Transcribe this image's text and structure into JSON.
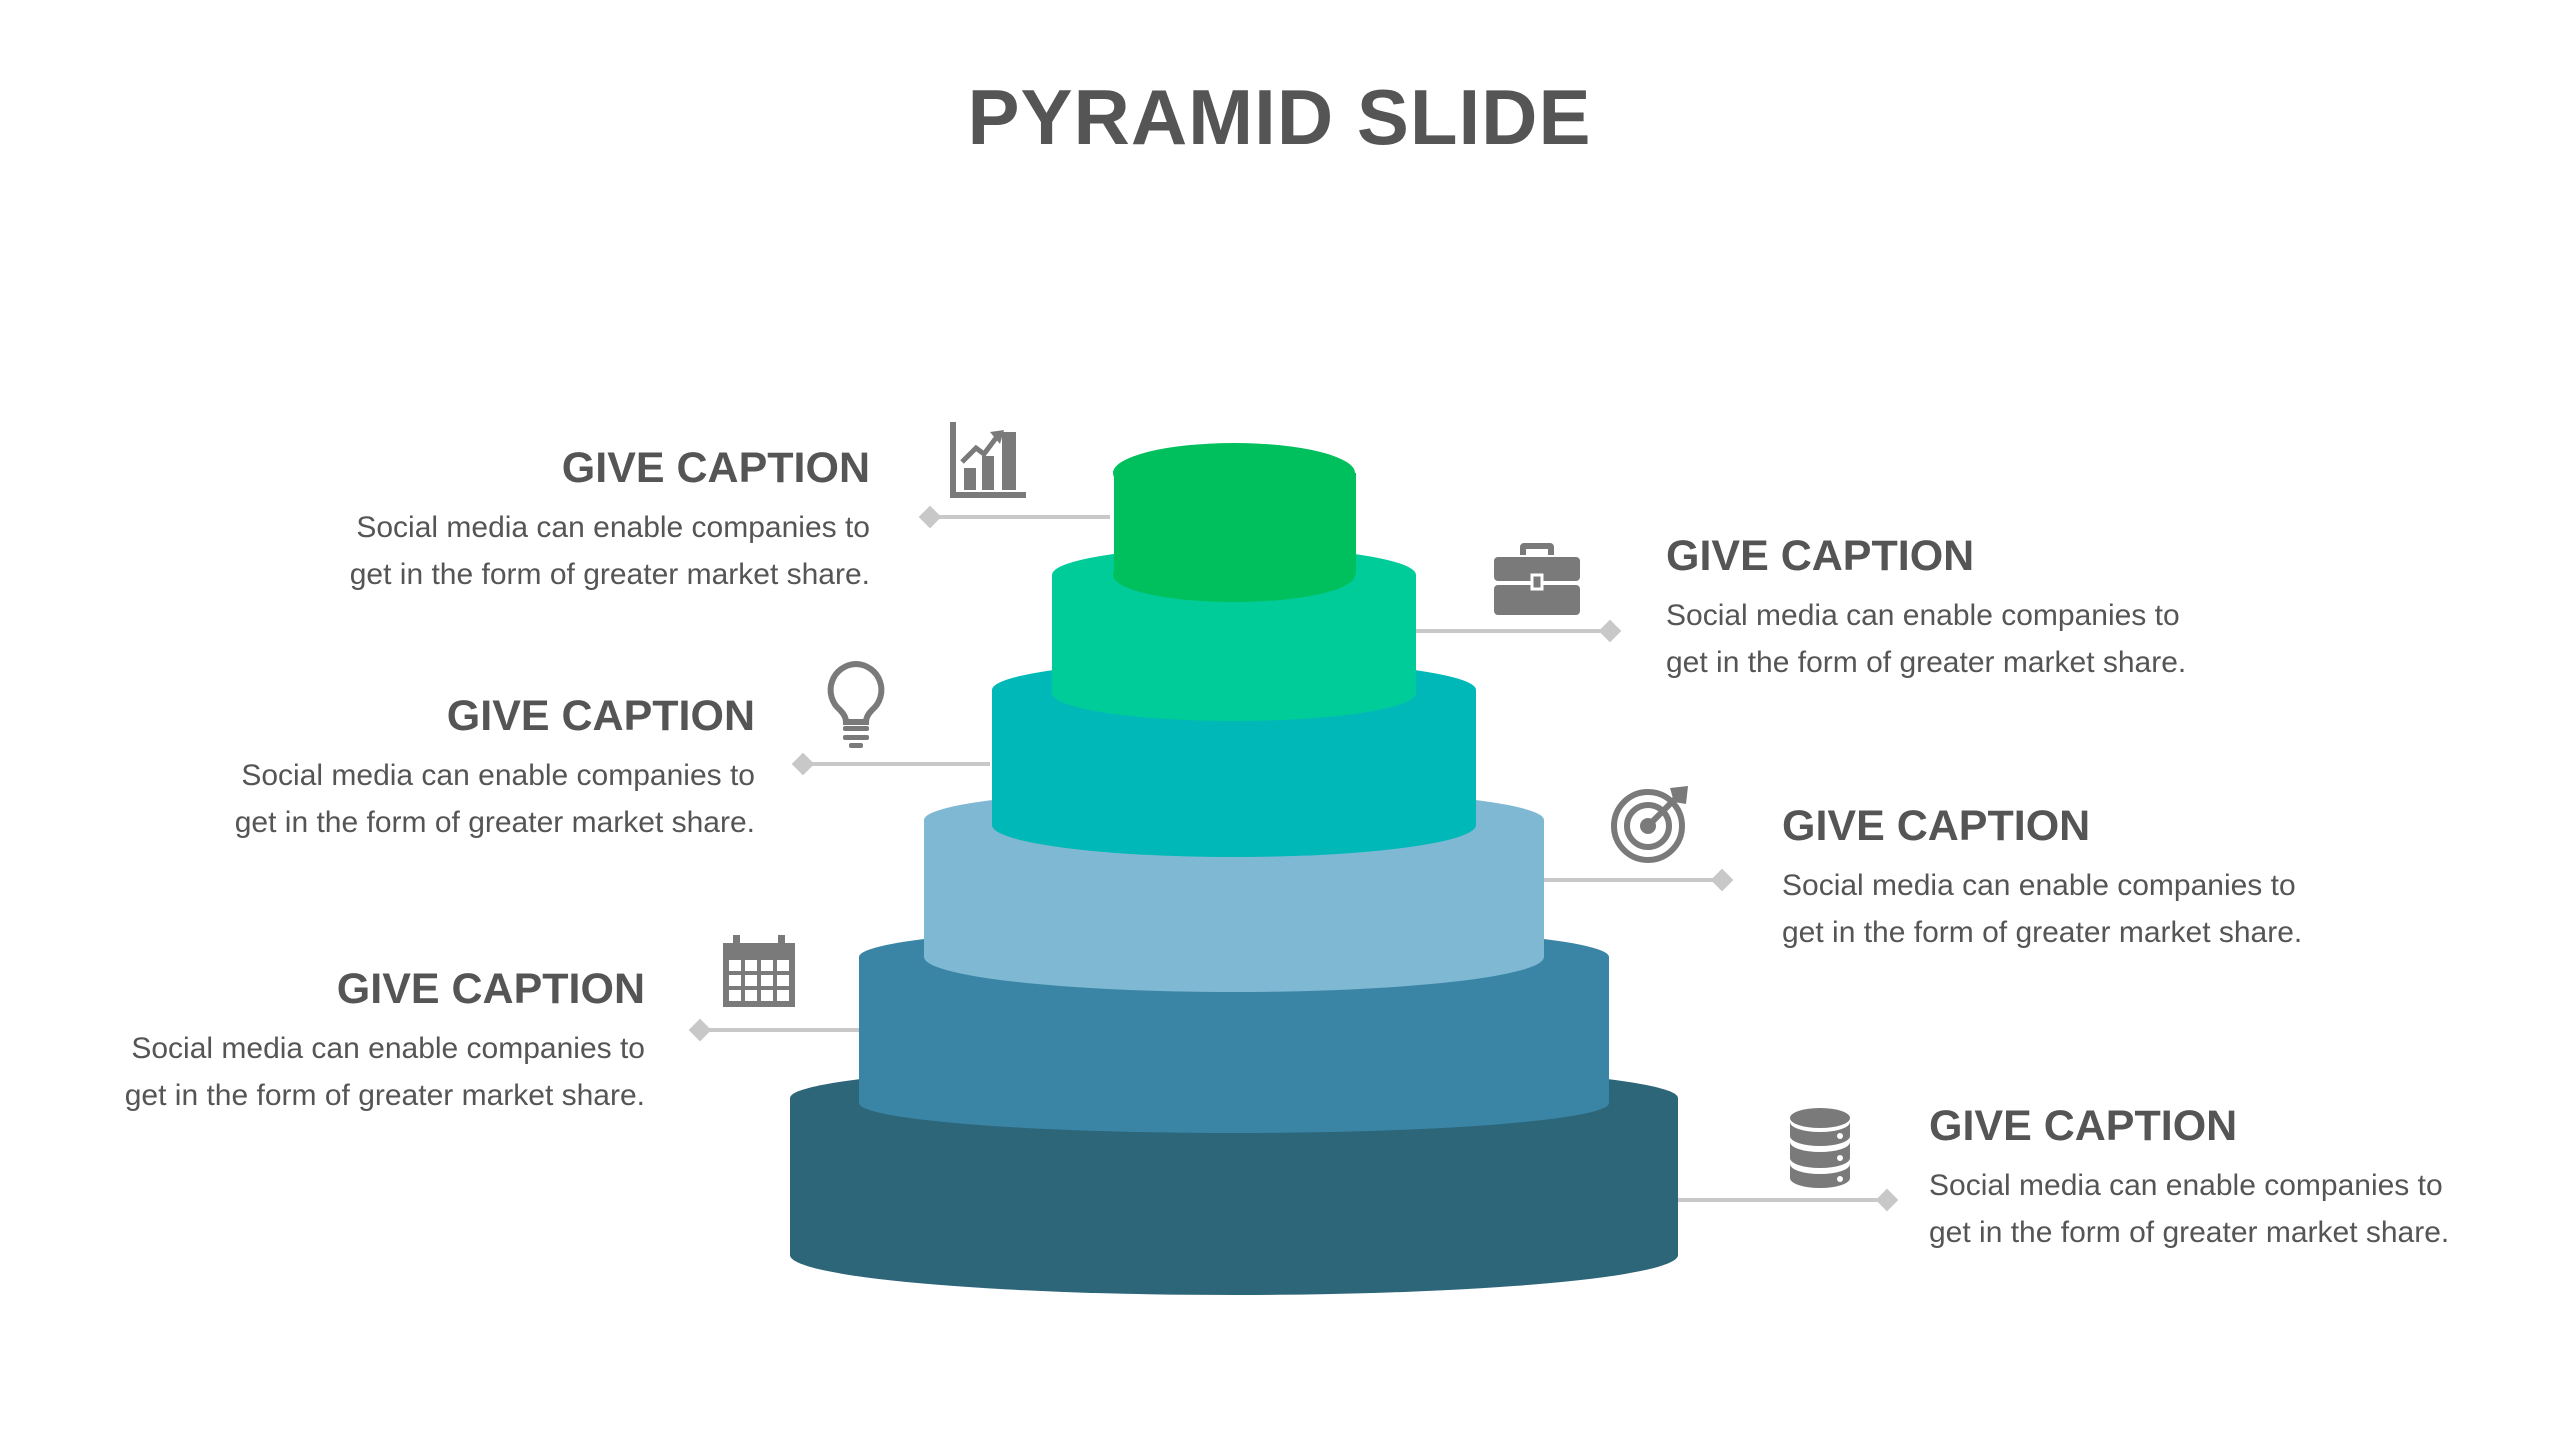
{
  "slide": {
    "title": "PYRAMID SLIDE"
  },
  "tiers": [
    {
      "name": "tier-1",
      "color": "#00c05e"
    },
    {
      "name": "tier-2",
      "color": "#00cc99"
    },
    {
      "name": "tier-3",
      "color": "#00b8b8"
    },
    {
      "name": "tier-4",
      "color": "#7fb8d3"
    },
    {
      "name": "tier-5",
      "color": "#3a85a5"
    },
    {
      "name": "tier-6",
      "color": "#2d6579"
    }
  ],
  "connector_color": "#c8c8c8",
  "icon_color": "#7a7a7a",
  "captions": [
    {
      "title": "GIVE CAPTION",
      "line1": "Social media can enable companies to",
      "line2": "get in the form of greater market share.",
      "icon": "growth-chart-icon"
    },
    {
      "title": "GIVE CAPTION",
      "line1": "Social media can enable companies to",
      "line2": "get in the form of greater market share.",
      "icon": "briefcase-icon"
    },
    {
      "title": "GIVE CAPTION",
      "line1": "Social media can enable companies to",
      "line2": "get in the form of greater market share.",
      "icon": "lightbulb-icon"
    },
    {
      "title": "GIVE CAPTION",
      "line1": "Social media can enable companies to",
      "line2": "get in the form of greater market share.",
      "icon": "target-icon"
    },
    {
      "title": "GIVE CAPTION",
      "line1": "Social media can enable companies to",
      "line2": "get in the form of greater market share.",
      "icon": "calendar-icon"
    },
    {
      "title": "GIVE CAPTION",
      "line1": "Social media can enable companies to",
      "line2": "get in the form of greater market share.",
      "icon": "database-icon"
    }
  ]
}
